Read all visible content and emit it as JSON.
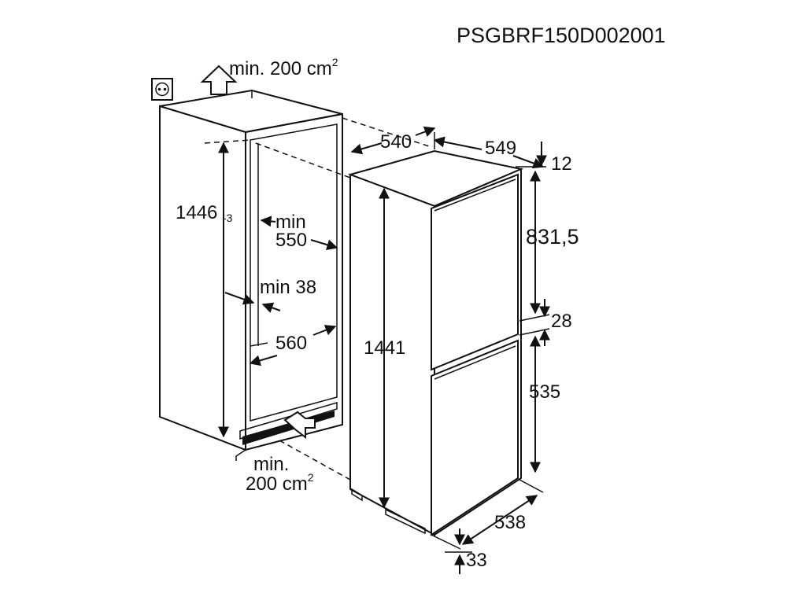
{
  "document_code": "PSGBRF150D002001",
  "ventilation_top": {
    "text": "min. 200 cm",
    "sup": "2"
  },
  "ventilation_bottom": {
    "line1": "min.",
    "line2": "200 cm",
    "sup": "2"
  },
  "niche": {
    "height": "1446",
    "height_tolerance": "-3",
    "min_depth_line1": "min",
    "min_depth_line2": "550",
    "min_wall_thickness": "min 38",
    "width": "560"
  },
  "appliance": {
    "width": "540",
    "depth": "549",
    "height": "1441",
    "top_gap": "12",
    "upper_door_height": "831,5",
    "door_gap": "28",
    "lower_door_height": "535",
    "door_width": "538",
    "bottom_gap": "33"
  },
  "icons": [
    "power-socket-icon",
    "airflow-up-arrow-icon",
    "airflow-in-arrow-icon"
  ]
}
